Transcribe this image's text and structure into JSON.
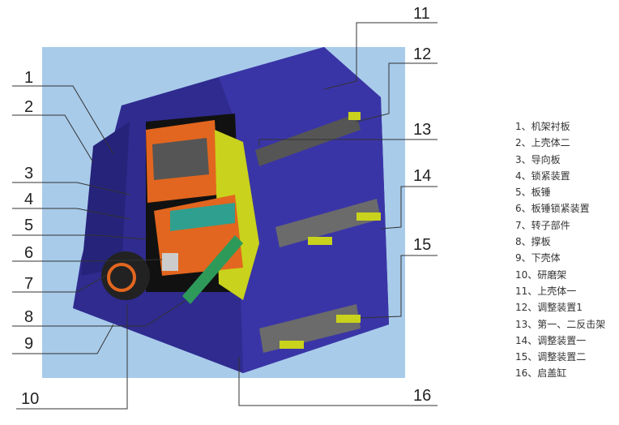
{
  "callouts": {
    "left": [
      "1",
      "2",
      "3",
      "4",
      "5",
      "6",
      "7",
      "8",
      "9",
      "10"
    ],
    "right": [
      "11",
      "12",
      "13",
      "14",
      "15",
      "16"
    ]
  },
  "legend": [
    "1、机架衬板",
    "2、上壳体二",
    "3、导向板",
    "4、锁紧装置",
    "5、板锤",
    "6、板锤锁紧装置",
    "7、转子部件",
    "8、撑板",
    "9、下壳体",
    "10、研磨架",
    "11、上壳体一",
    "12、调整装置1",
    "13、第一、二反击架",
    "14、调整装置一",
    "15、调整装置二",
    "16、启盖缸"
  ],
  "colors": {
    "background_panel": "#a8cbea",
    "body": "#2f2b8f",
    "liner": "#e2661f",
    "frame": "#c9d21c",
    "strut": "#2e9a5a"
  }
}
